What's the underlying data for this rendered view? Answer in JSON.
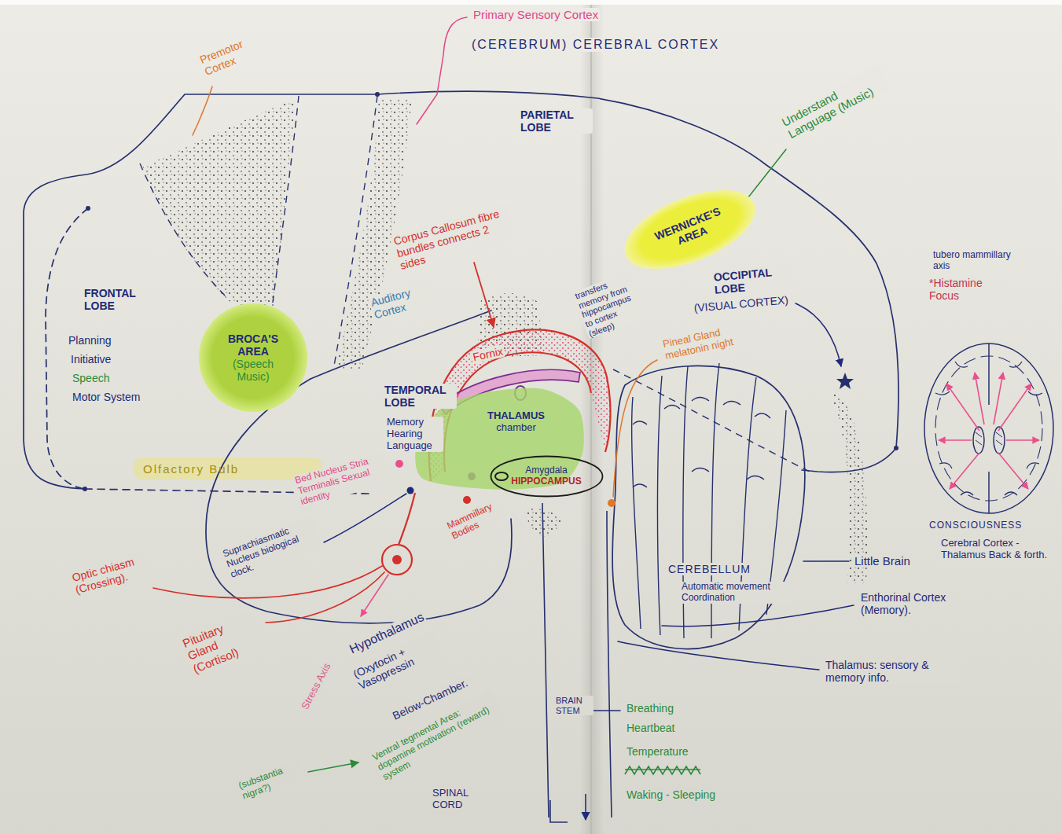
{
  "diagram": {
    "nodes": [
      {
        "text": [
          "BROCA'S AREA",
          "(Speech Music)"
        ]
      },
      {
        "text": [
          "WERNICKE'S AREA"
        ]
      },
      {
        "text": [
          "THALAMUS",
          "chamber"
        ]
      },
      {
        "text": [
          "Amygdala",
          "HIPPOCAMPUS"
        ]
      }
    ],
    "labels": [
      "Primary Sensory Cortex",
      "(CEREBRUM) CEREBRAL CORTEX",
      "Premotor Cortex",
      "PARIETAL LOBE",
      "Understand Language (Music)",
      "OCCIPITAL LOBE",
      "(VISUAL CORTEX)",
      "tubero mammillary axis",
      "*Histamine Focus",
      "FRONTAL LOBE",
      "Planning",
      "Initiative",
      "Speech",
      "Motor System",
      "Corpus Callosum fibre bundles connects 2 sides",
      "Auditory Cortex",
      "transfers memory from hippocampus to cortex (sleep)",
      "TEMPORAL LOBE",
      "Memory Hearing Language",
      "Fornix",
      "Pineal Gland melatonin night",
      "Olfactory Bulb",
      "Bed Nucleus Stria Terminalis Sexual identity",
      "Suprachiasmatic Nucleus biological clock.",
      "Mammillary Bodies",
      "Optic chiasm (Crossing).",
      "Pituitary Gland (Cortisol)",
      "Stress Axis",
      "Hypothalamus",
      "(Oxytocin + Vasopressin",
      "Below-Chamber.",
      "Ventral tegmental Area: dopamine motivation (reward) system",
      "(substantia nigra?)",
      "SPINAL CORD",
      "BRAIN STEM",
      "Breathing",
      "Heartbeat",
      "Temperature",
      "Waking - Sleeping",
      "CEREBELLUM",
      "Automatic movement Coordination",
      "Little Brain",
      "Enthorinal Cortex (Memory).",
      "Thalamus: sensory & memory info.",
      "CONSCIOUSNESS",
      "Cerebral Cortex - Thalamus Back & forth."
    ]
  }
}
